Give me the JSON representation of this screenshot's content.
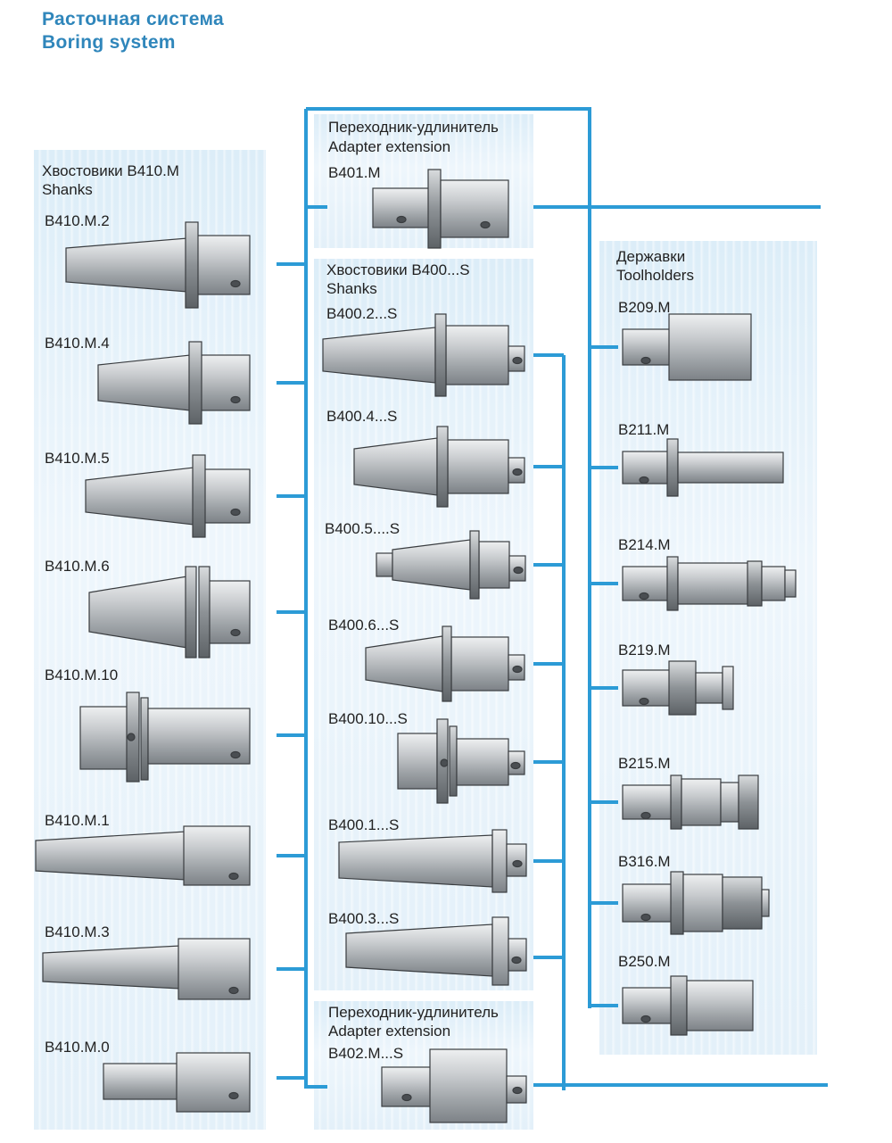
{
  "title": {
    "ru": "Расточная система",
    "en": "Boring system"
  },
  "left": {
    "header_ru": "Хвостовики В410.М",
    "header_en": "Shanks",
    "items": [
      "В410.М.2",
      "В410.М.4",
      "В410.М.5",
      "В410.М.6",
      "В410.М.10",
      "В410.М.1",
      "В410.М.3",
      "В410.М.0"
    ]
  },
  "adapter_top": {
    "header_ru": "Переходник-удлинитель",
    "header_en": "Adapter extension",
    "item": "В401.М"
  },
  "middle": {
    "header_ru": "Хвостовики В400...S",
    "header_en": "Shanks",
    "items": [
      "В400.2...S",
      "В400.4...S",
      "В400.5....S",
      "В400.6...S",
      "В400.10...S",
      "В400.1...S",
      "В400.3...S"
    ]
  },
  "adapter_bottom": {
    "header_ru": "Переходник-удлинитель",
    "header_en": "Adapter extension",
    "item": "В402.М...S"
  },
  "right": {
    "header_ru": "Державки",
    "header_en": "Toolholders",
    "items": [
      "В209.М",
      "В211.М",
      "В214.М",
      "В219.М",
      "В215.М",
      "В316.М",
      "В250.М"
    ]
  },
  "colors": {
    "line": "#2c9bd6",
    "title": "#2f86bb",
    "metal": "#c3c6c9"
  }
}
